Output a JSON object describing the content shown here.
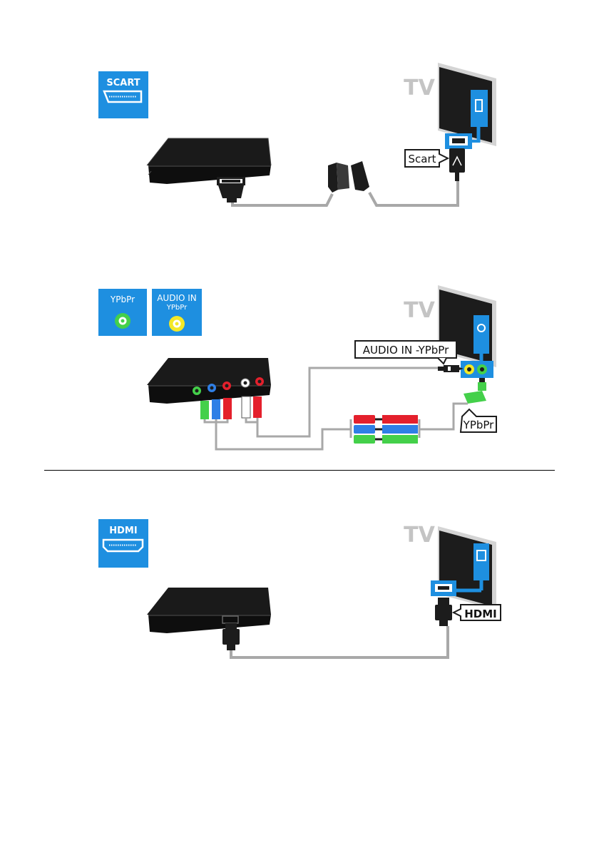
{
  "colors": {
    "blue": "#1e8fe0",
    "cable": "#a8a8a8",
    "dark": "#1c1c1c",
    "tv_gray": "#c7c7c7",
    "green": "#44d04a",
    "yellow": "#f3e826",
    "red": "#e4202c",
    "plug_blue": "#2f7fe6"
  },
  "icons": [
    "scart-port-icon",
    "ypbpr-port-icon",
    "audio-in-port-icon",
    "hdmi-port-icon",
    "tv-icon",
    "set-top-box-icon"
  ],
  "scart": {
    "port_label": "SCART",
    "tv_label": "TV",
    "cable_label": "Scart"
  },
  "ypbpr": {
    "port_label": "YPbPr",
    "audio_label_1": "AUDIO IN",
    "audio_label_2": "YPbPr",
    "tv_label": "TV",
    "audio_cable_label": "AUDIO IN -YPbPr",
    "video_cable_label": "YPbPr"
  },
  "hdmi": {
    "port_label": "HDMI",
    "tv_label": "TV",
    "cable_label": "HDMI"
  }
}
